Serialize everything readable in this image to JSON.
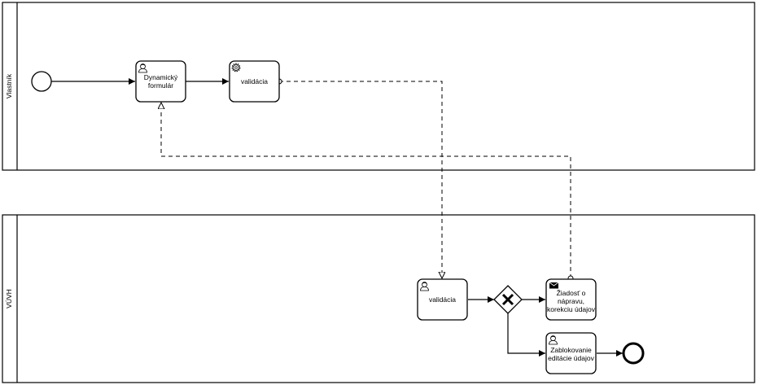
{
  "pools": {
    "top": {
      "label": "Vlastník"
    },
    "bottom": {
      "label": "VÚVH"
    }
  },
  "tasks": {
    "dynamic_form": {
      "lines": [
        "Dynamický",
        "formulár"
      ],
      "type": "user"
    },
    "validation_top": {
      "lines": [
        "validácia"
      ],
      "type": "service"
    },
    "validation_bottom": {
      "lines": [
        "validácia"
      ],
      "type": "user"
    },
    "correction_request": {
      "lines": [
        "Žiadosť o",
        "nápravu,",
        "korekciu údajov"
      ],
      "type": "send"
    },
    "lock_editing": {
      "lines": [
        "Zablokovanie",
        "editácie údajov"
      ],
      "type": "user"
    }
  },
  "gateway": {
    "type": "exclusive"
  },
  "events": {
    "start": {
      "type": "start"
    },
    "end": {
      "type": "end"
    }
  }
}
